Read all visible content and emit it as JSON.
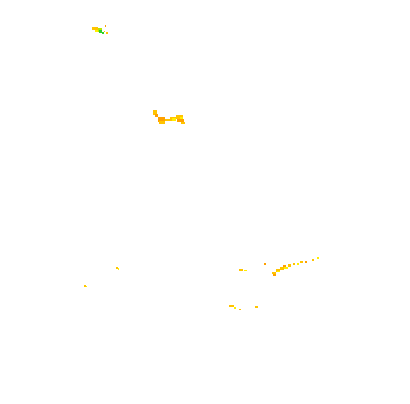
{
  "map": {
    "background": "#ffffff",
    "palette": {
      "green": "#2fd12b",
      "yellow_green": "#b8e600",
      "yellow": "#ffee00",
      "amber": "#ffc400",
      "orange": "#ffa000"
    },
    "layers": [
      {
        "name": "northwest-patch",
        "colors": [
          "amber",
          "green",
          "yellow_green",
          "yellow"
        ]
      },
      {
        "name": "upper-central-patch",
        "colors": [
          "orange",
          "amber",
          "yellow"
        ]
      },
      {
        "name": "west-specks",
        "colors": [
          "amber",
          "yellow"
        ]
      },
      {
        "name": "southeast-chain",
        "colors": [
          "amber",
          "yellow",
          "orange"
        ]
      },
      {
        "name": "south-central-specks",
        "colors": [
          "amber",
          "yellow"
        ]
      }
    ]
  }
}
